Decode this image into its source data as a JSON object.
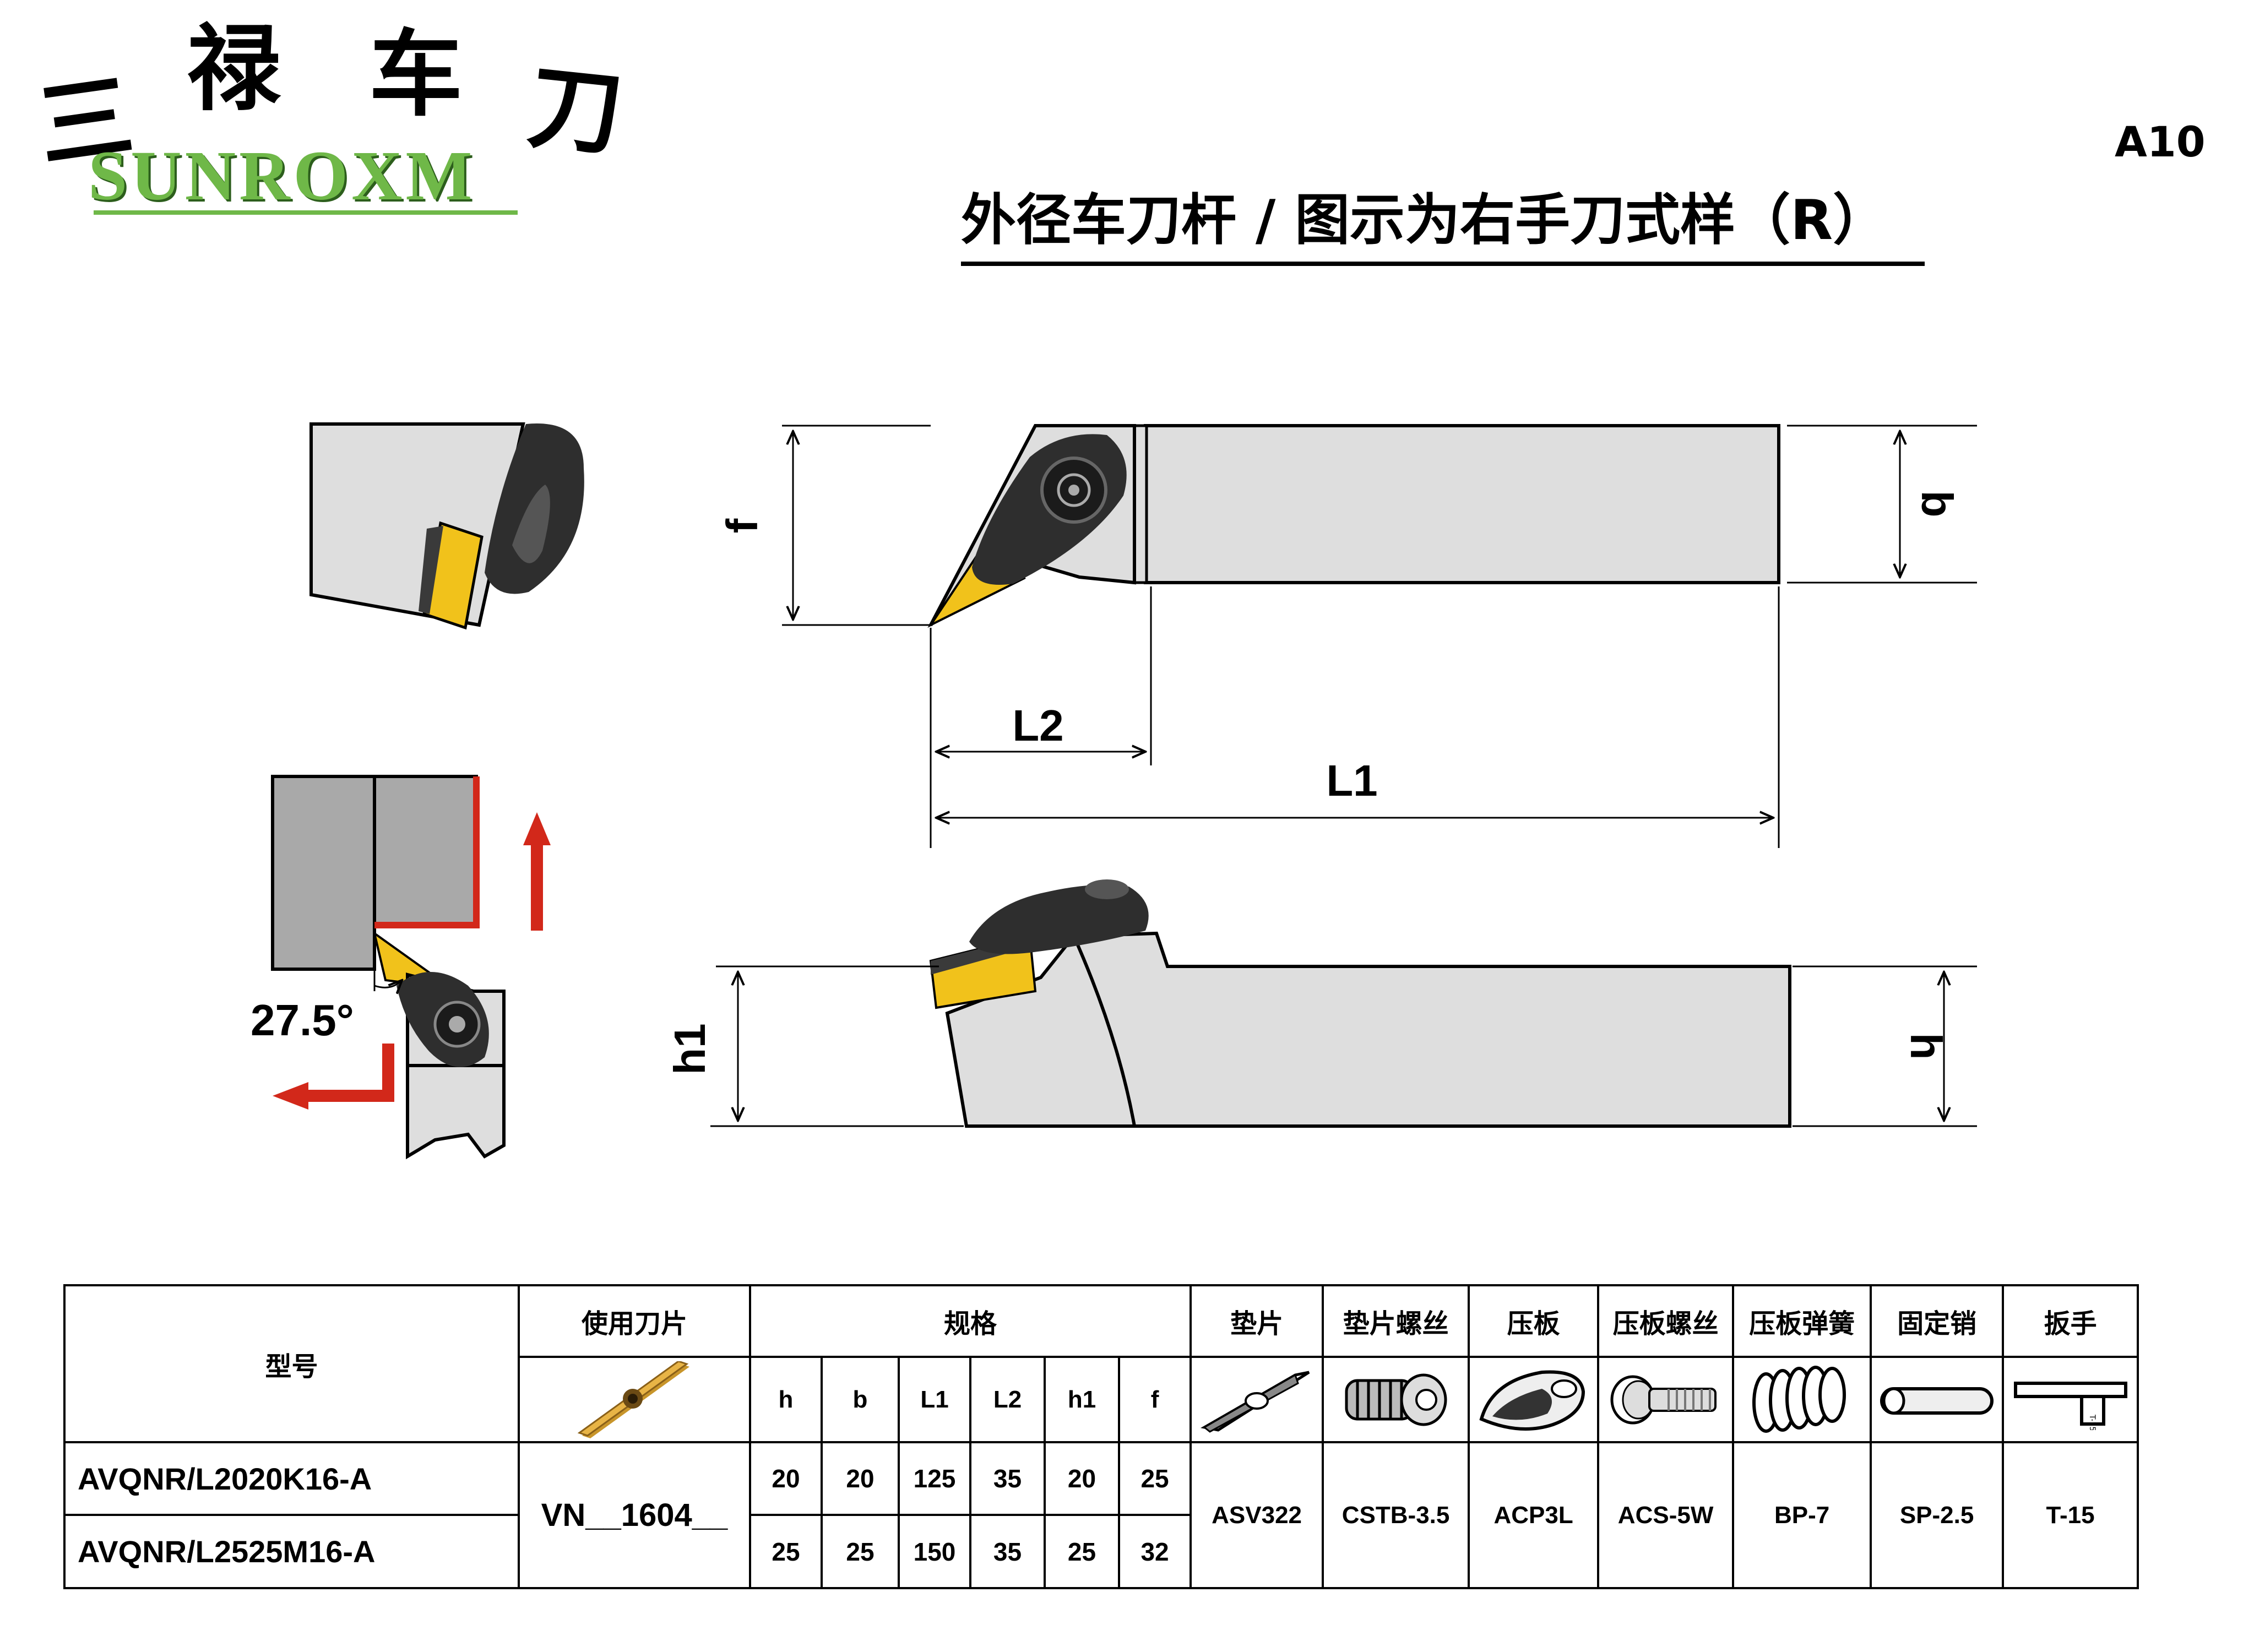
{
  "brand": {
    "chinese_chars": [
      "三",
      "禄",
      "车",
      "刀"
    ],
    "english": "SUNROXM",
    "colors": {
      "brand_green": "#6fb848",
      "shadow_green": "#2c5e1c"
    }
  },
  "page_code": "A10",
  "heading": "外径车刀杆 / 图示为右手刀式样（R）",
  "drawing": {
    "dimension_labels": {
      "f": "f",
      "b": "b",
      "L1": "L1",
      "L2": "L2",
      "h": "h",
      "h1": "h1"
    },
    "angle_label": "27.5°",
    "colors": {
      "body_gray": "#dedede",
      "dark_gray": "#a9a9a9",
      "insert_gold": "#f1c21b",
      "clamp_black": "#2e2e2e",
      "feed_red": "#d2281a"
    }
  },
  "table": {
    "headers": {
      "model": "型号",
      "insert": "使用刀片",
      "spec": "规格",
      "shim": "垫片",
      "shim_screw": "垫片螺丝",
      "clamp": "压板",
      "clamp_screw": "压板螺丝",
      "clamp_spring": "压板弹簧",
      "pin": "固定销",
      "wrench": "扳手"
    },
    "spec_columns": [
      "h",
      "b",
      "L1",
      "L2",
      "h1",
      "f"
    ],
    "insert_code": "VN__1604__",
    "rows": [
      {
        "model": "AVQNR/L2020K16-A",
        "values": [
          "20",
          "20",
          "125",
          "35",
          "20",
          "25"
        ]
      },
      {
        "model": "AVQNR/L2525M16-A",
        "values": [
          "25",
          "25",
          "150",
          "35",
          "25",
          "32"
        ]
      }
    ],
    "parts": {
      "shim": "ASV322",
      "shim_screw": "CSTB-3.5",
      "clamp": "ACP3L",
      "clamp_screw": "ACS-5W",
      "clamp_spring": "BP-7",
      "pin": "SP-2.5",
      "wrench": "T-15"
    },
    "icons": [
      "insert-icon",
      "shim-icon",
      "shim-screw-icon",
      "clamp-icon",
      "clamp-screw-icon",
      "clamp-spring-icon",
      "pin-icon",
      "wrench-icon"
    ]
  }
}
